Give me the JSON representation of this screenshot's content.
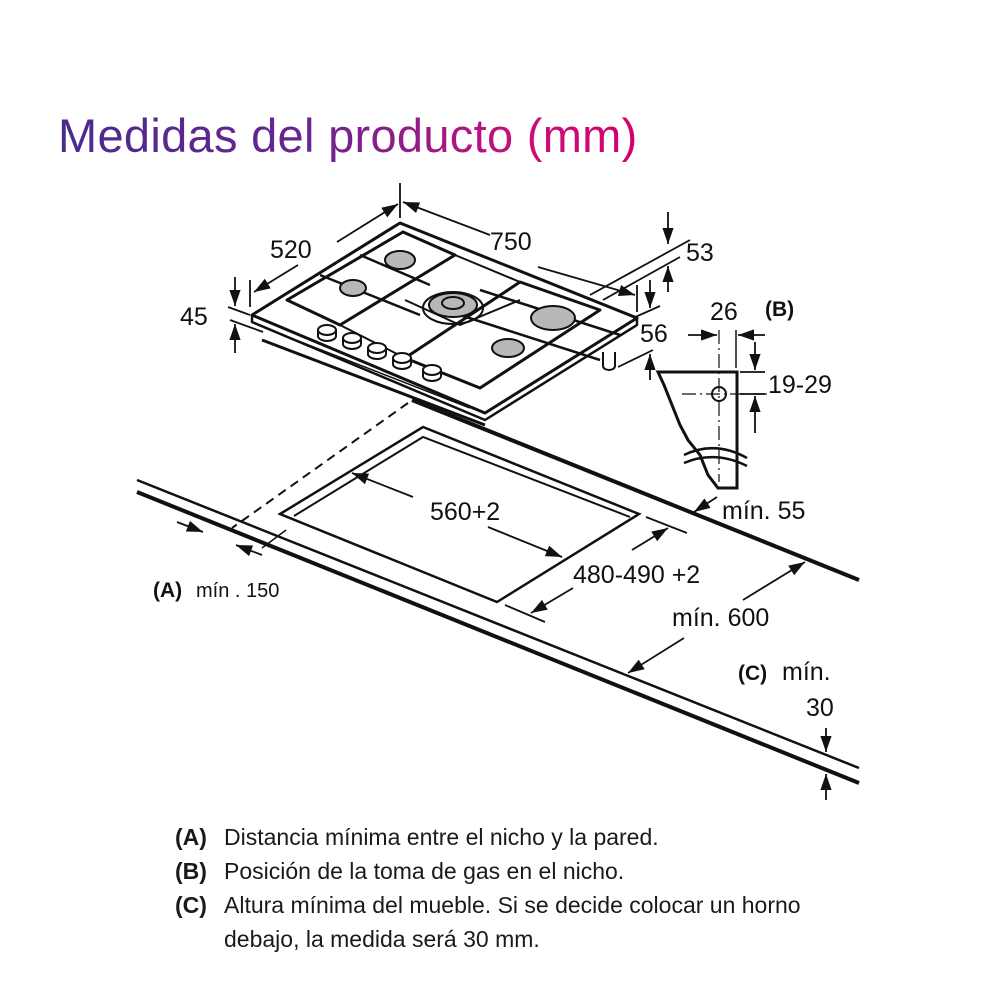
{
  "title": "Medidas del producto (mm)",
  "colors": {
    "title_start": "#4a2b8c",
    "title_end": "#d4006e",
    "line": "#111111",
    "burner": "#b8b8b8"
  },
  "dimensions": {
    "width": "750",
    "depth": "520",
    "height": "45",
    "gas_back": "53",
    "gas_side": "56",
    "gas_pos_x": "26",
    "gas_pos_y": "19-29",
    "cutout_width": "560+2",
    "cutout_depth": "480-490 +2",
    "min_back": "mín. 55",
    "min_counter_depth": "mín. 600",
    "min_wall_label": "(A)",
    "min_wall": "mín . 150",
    "gas_label": "(B)",
    "min_height_label": "(C)",
    "min_height_a": "mín.",
    "min_height_b": "30"
  },
  "legend": [
    {
      "label": "(A)",
      "text": "Distancia mínima entre el nicho y la pared."
    },
    {
      "label": "(B)",
      "text": "Posición de la toma de gas en el nicho."
    },
    {
      "label": "(C)",
      "text": "Altura mínima del mueble. Si se decide colocar un horno debajo, la medida será 30 mm."
    }
  ]
}
